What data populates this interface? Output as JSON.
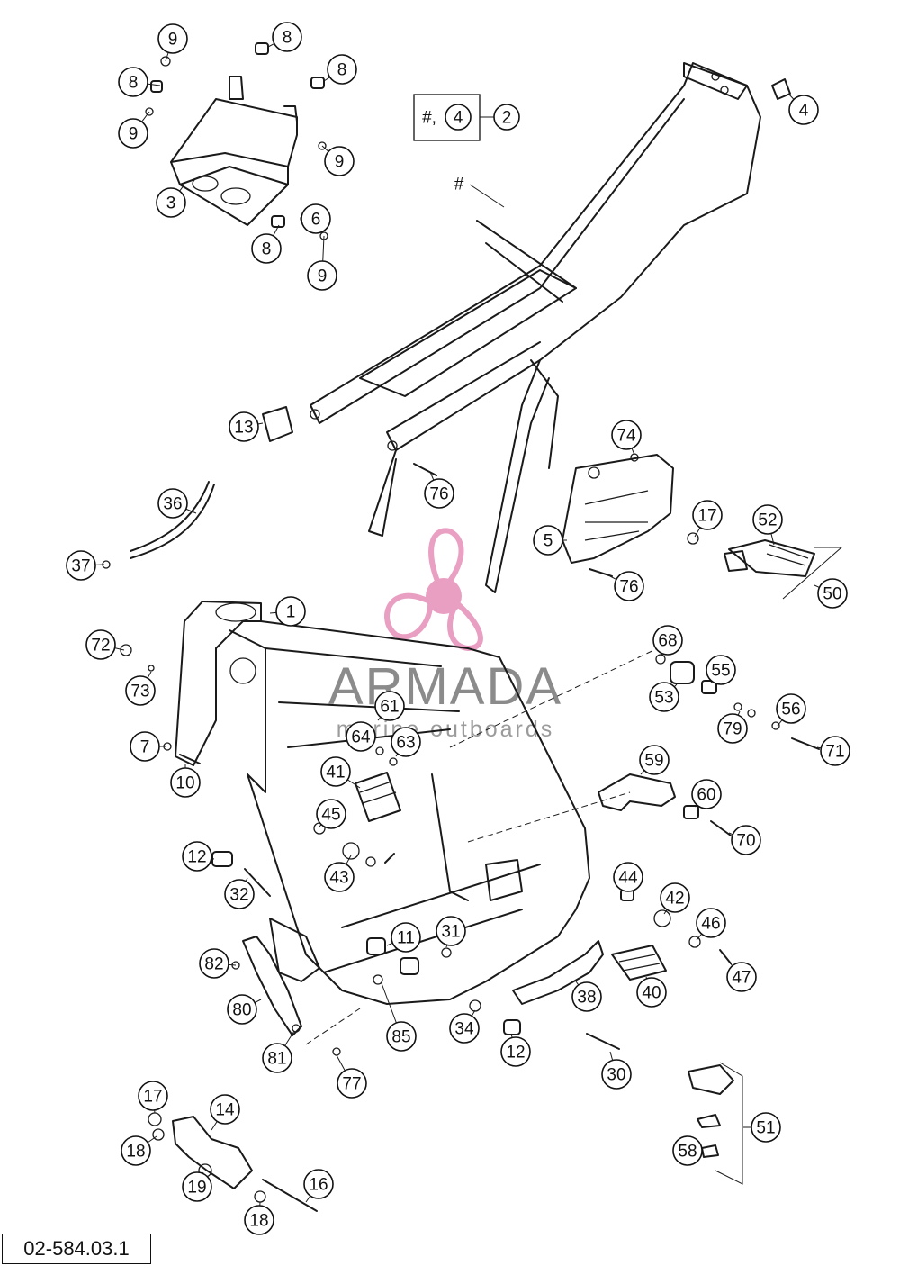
{
  "diagram_ref": "02-584.03.1",
  "watermark": {
    "brand": "ARMADA",
    "tagline": "marine outboards",
    "logo_color": "#e58fb8"
  },
  "frame_label": "#",
  "group_label": {
    "prefix": "#,",
    "part": "4",
    "assembly": "2"
  },
  "callouts": [
    {
      "id": "c9a",
      "label": "9"
    },
    {
      "id": "c8a",
      "label": "8"
    },
    {
      "id": "c8b",
      "label": "8"
    },
    {
      "id": "c8c",
      "label": "8"
    },
    {
      "id": "c9b",
      "label": "9"
    },
    {
      "id": "c9c",
      "label": "9"
    },
    {
      "id": "c3",
      "label": "3"
    },
    {
      "id": "c6",
      "label": "6"
    },
    {
      "id": "c8d",
      "label": "8"
    },
    {
      "id": "c9d",
      "label": "9"
    },
    {
      "id": "c4",
      "label": "4"
    },
    {
      "id": "c13",
      "label": "13"
    },
    {
      "id": "c74",
      "label": "74"
    },
    {
      "id": "c76a",
      "label": "76"
    },
    {
      "id": "c36",
      "label": "36"
    },
    {
      "id": "c17a",
      "label": "17"
    },
    {
      "id": "c52",
      "label": "52"
    },
    {
      "id": "c5",
      "label": "5"
    },
    {
      "id": "c37",
      "label": "37"
    },
    {
      "id": "c76b",
      "label": "76"
    },
    {
      "id": "c50",
      "label": "50"
    },
    {
      "id": "c1",
      "label": "1"
    },
    {
      "id": "c72",
      "label": "72"
    },
    {
      "id": "c68",
      "label": "68"
    },
    {
      "id": "c55",
      "label": "55"
    },
    {
      "id": "c73",
      "label": "73"
    },
    {
      "id": "c53",
      "label": "53"
    },
    {
      "id": "c61",
      "label": "61"
    },
    {
      "id": "c56",
      "label": "56"
    },
    {
      "id": "c79",
      "label": "79"
    },
    {
      "id": "c64",
      "label": "64"
    },
    {
      "id": "c63",
      "label": "63"
    },
    {
      "id": "c7",
      "label": "7"
    },
    {
      "id": "c71",
      "label": "71"
    },
    {
      "id": "c59",
      "label": "59"
    },
    {
      "id": "c41",
      "label": "41"
    },
    {
      "id": "c10",
      "label": "10"
    },
    {
      "id": "c60",
      "label": "60"
    },
    {
      "id": "c45",
      "label": "45"
    },
    {
      "id": "c70",
      "label": "70"
    },
    {
      "id": "c12a",
      "label": "12"
    },
    {
      "id": "c43",
      "label": "43"
    },
    {
      "id": "c44",
      "label": "44"
    },
    {
      "id": "c42",
      "label": "42"
    },
    {
      "id": "c32",
      "label": "32"
    },
    {
      "id": "c46",
      "label": "46"
    },
    {
      "id": "c11",
      "label": "11"
    },
    {
      "id": "c31",
      "label": "31"
    },
    {
      "id": "c82",
      "label": "82"
    },
    {
      "id": "c47",
      "label": "47"
    },
    {
      "id": "c38",
      "label": "38"
    },
    {
      "id": "c40",
      "label": "40"
    },
    {
      "id": "c80",
      "label": "80"
    },
    {
      "id": "c85",
      "label": "85"
    },
    {
      "id": "c34",
      "label": "34"
    },
    {
      "id": "c12b",
      "label": "12"
    },
    {
      "id": "c81",
      "label": "81"
    },
    {
      "id": "c30",
      "label": "30"
    },
    {
      "id": "c77",
      "label": "77"
    },
    {
      "id": "c17b",
      "label": "17"
    },
    {
      "id": "c14",
      "label": "14"
    },
    {
      "id": "c51",
      "label": "51"
    },
    {
      "id": "c18a",
      "label": "18"
    },
    {
      "id": "c58",
      "label": "58"
    },
    {
      "id": "c19",
      "label": "19"
    },
    {
      "id": "c16",
      "label": "16"
    },
    {
      "id": "c18b",
      "label": "18"
    }
  ]
}
